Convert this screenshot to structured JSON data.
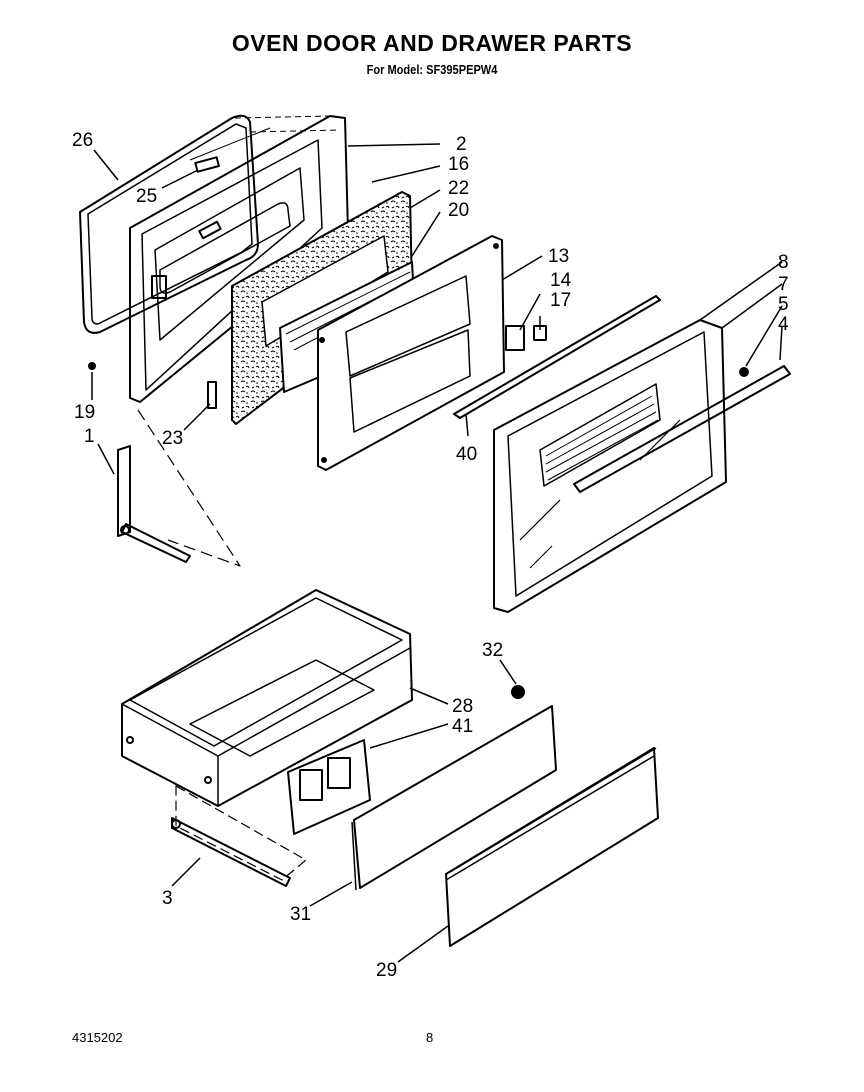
{
  "page": {
    "title": "OVEN DOOR AND DRAWER PARTS",
    "subtitle": "For Model: SF395PEPW4",
    "doc_number": "4315202",
    "page_number": "8"
  },
  "callouts": [
    {
      "id": "26",
      "label": "26"
    },
    {
      "id": "25",
      "label": "25"
    },
    {
      "id": "2",
      "label": "2"
    },
    {
      "id": "16",
      "label": "16"
    },
    {
      "id": "22",
      "label": "22"
    },
    {
      "id": "20",
      "label": "20"
    },
    {
      "id": "13",
      "label": "13"
    },
    {
      "id": "14",
      "label": "14"
    },
    {
      "id": "17",
      "label": "17"
    },
    {
      "id": "8",
      "label": "8"
    },
    {
      "id": "7",
      "label": "7"
    },
    {
      "id": "5",
      "label": "5"
    },
    {
      "id": "4",
      "label": "4"
    },
    {
      "id": "19",
      "label": "19"
    },
    {
      "id": "23",
      "label": "23"
    },
    {
      "id": "1",
      "label": "1"
    },
    {
      "id": "40",
      "label": "40"
    },
    {
      "id": "32",
      "label": "32"
    },
    {
      "id": "28",
      "label": "28"
    },
    {
      "id": "41",
      "label": "41"
    },
    {
      "id": "3",
      "label": "3"
    },
    {
      "id": "31",
      "label": "31"
    },
    {
      "id": "29",
      "label": "29"
    }
  ]
}
